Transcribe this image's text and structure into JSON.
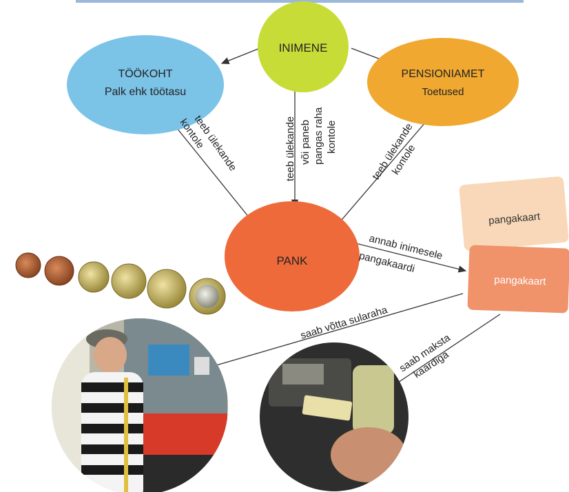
{
  "nodes": {
    "inimene": {
      "title": "INIMENE"
    },
    "tookoht": {
      "title": "TÖÖKOHT",
      "subtitle": "Palk ehk töötasu"
    },
    "pensioniamet": {
      "title": "PENSIONIAMET",
      "subtitle": "Toetused"
    },
    "pank": {
      "title": "PANK"
    }
  },
  "edges": {
    "tookoht_to_pank": [
      "teeb ülekande",
      "kontole"
    ],
    "inimene_to_pank": [
      "teeb ülekande",
      "või paneb",
      "pangas raha",
      "kontole"
    ],
    "pension_to_pank": [
      "teeb ülekande",
      "kontole"
    ],
    "pank_to_card": [
      "annab inimesele",
      "pangakaardi"
    ],
    "card_to_atm": "saab võtta sularaha",
    "card_to_terminal": [
      "saab maksta",
      "kaardiga"
    ]
  },
  "cards": {
    "back_label": "pangakaart",
    "front_label": "pangakaart"
  },
  "colors": {
    "inimene": "#c8dc38",
    "tookoht": "#7cc3e8",
    "pensioniamet": "#f0a830",
    "pank": "#ee6a3a",
    "card_back": "#f8d8b8",
    "card_front": "#f0926a"
  }
}
